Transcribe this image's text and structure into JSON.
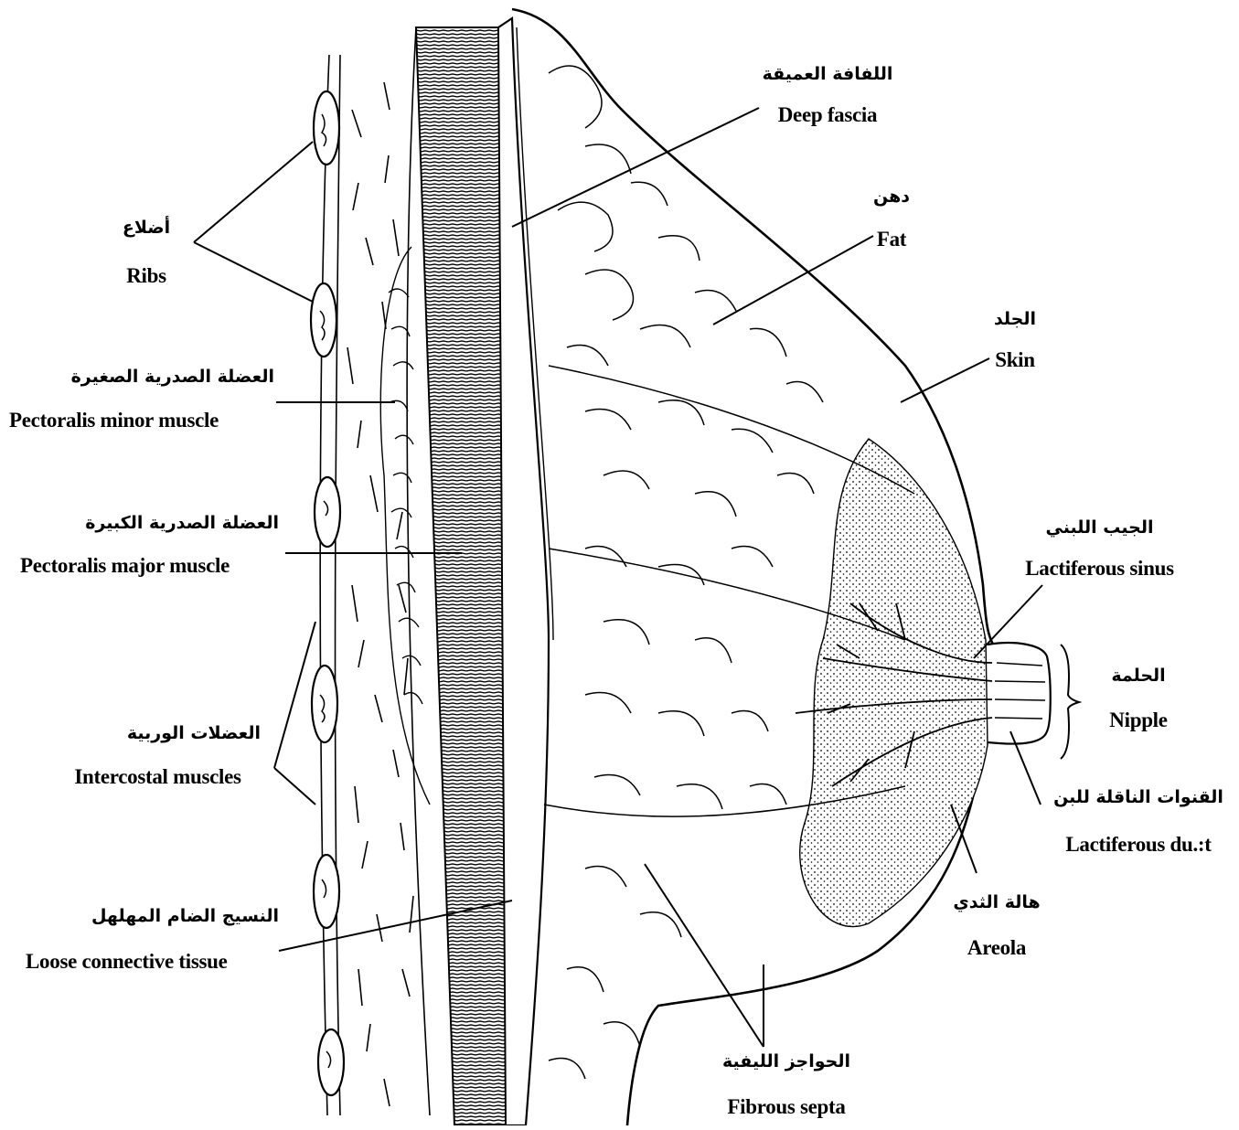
{
  "labels": {
    "deep_fascia": {
      "ar": "اللفافة العميقة",
      "en": "Deep fascia"
    },
    "fat": {
      "ar": "دهن",
      "en": "Fat"
    },
    "skin": {
      "ar": "الجلد",
      "en": "Skin"
    },
    "ribs": {
      "ar": "أضلاع",
      "en": "Ribs"
    },
    "pectoralis_minor": {
      "ar": "العضلة الصدرية الصغيرة",
      "en": "Pectoralis minor muscle"
    },
    "pectoralis_major": {
      "ar": "العضلة الصدرية الكبيرة",
      "en": "Pectoralis major muscle"
    },
    "lactiferous_sinus": {
      "ar": "الجيب اللبني",
      "en": "Lactiferous sinus"
    },
    "nipple": {
      "ar": "الحلمة",
      "en": "Nipple"
    },
    "intercostal": {
      "ar": "العضلات الوربية",
      "en": "Intercostal muscles"
    },
    "lactiferous_duct": {
      "ar": "القنوات الناقلة للبن",
      "en": "Lactiferous du.:t"
    },
    "areola": {
      "ar": "هالة الثدي",
      "en": "Areola"
    },
    "loose_tissue": {
      "ar": "النسيج الضام المهلهل",
      "en": "Loose connective tissue"
    },
    "fibrous_septa": {
      "ar": "الحواجز الليفية",
      "en": "Fibrous septa"
    }
  },
  "colors": {
    "ink": "#000000",
    "background": "#ffffff"
  }
}
